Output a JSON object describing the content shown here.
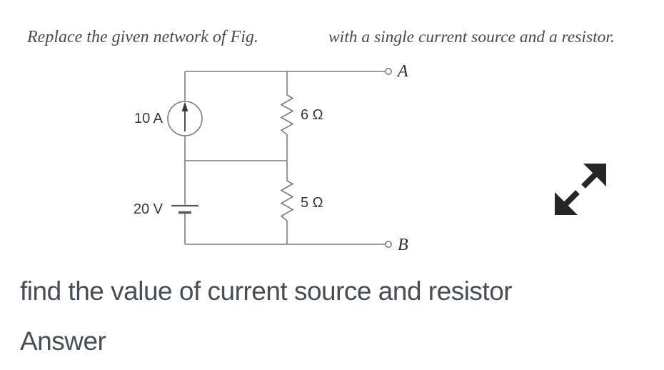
{
  "header": {
    "part1": "Replace the given network of Fig.",
    "part2": "with a single current source and a resistor."
  },
  "circuit": {
    "current_source_label": "10 A",
    "voltage_source_label": "20 V",
    "resistor_top_label": "6 Ω",
    "resistor_bottom_label": "5 Ω",
    "terminal_a_label": "A",
    "terminal_b_label": "B",
    "wire_color": "#7b7c7e",
    "plate_color": "#58585a",
    "arrow_color": "#3a3a3c",
    "label_color": "#39393b"
  },
  "icons": {
    "expand_icon": "expand-diagonal-arrows",
    "expand_icon_color": "#262626"
  },
  "footer": {
    "question": "find the value of current source and resistor",
    "answer_label": "Answer"
  }
}
